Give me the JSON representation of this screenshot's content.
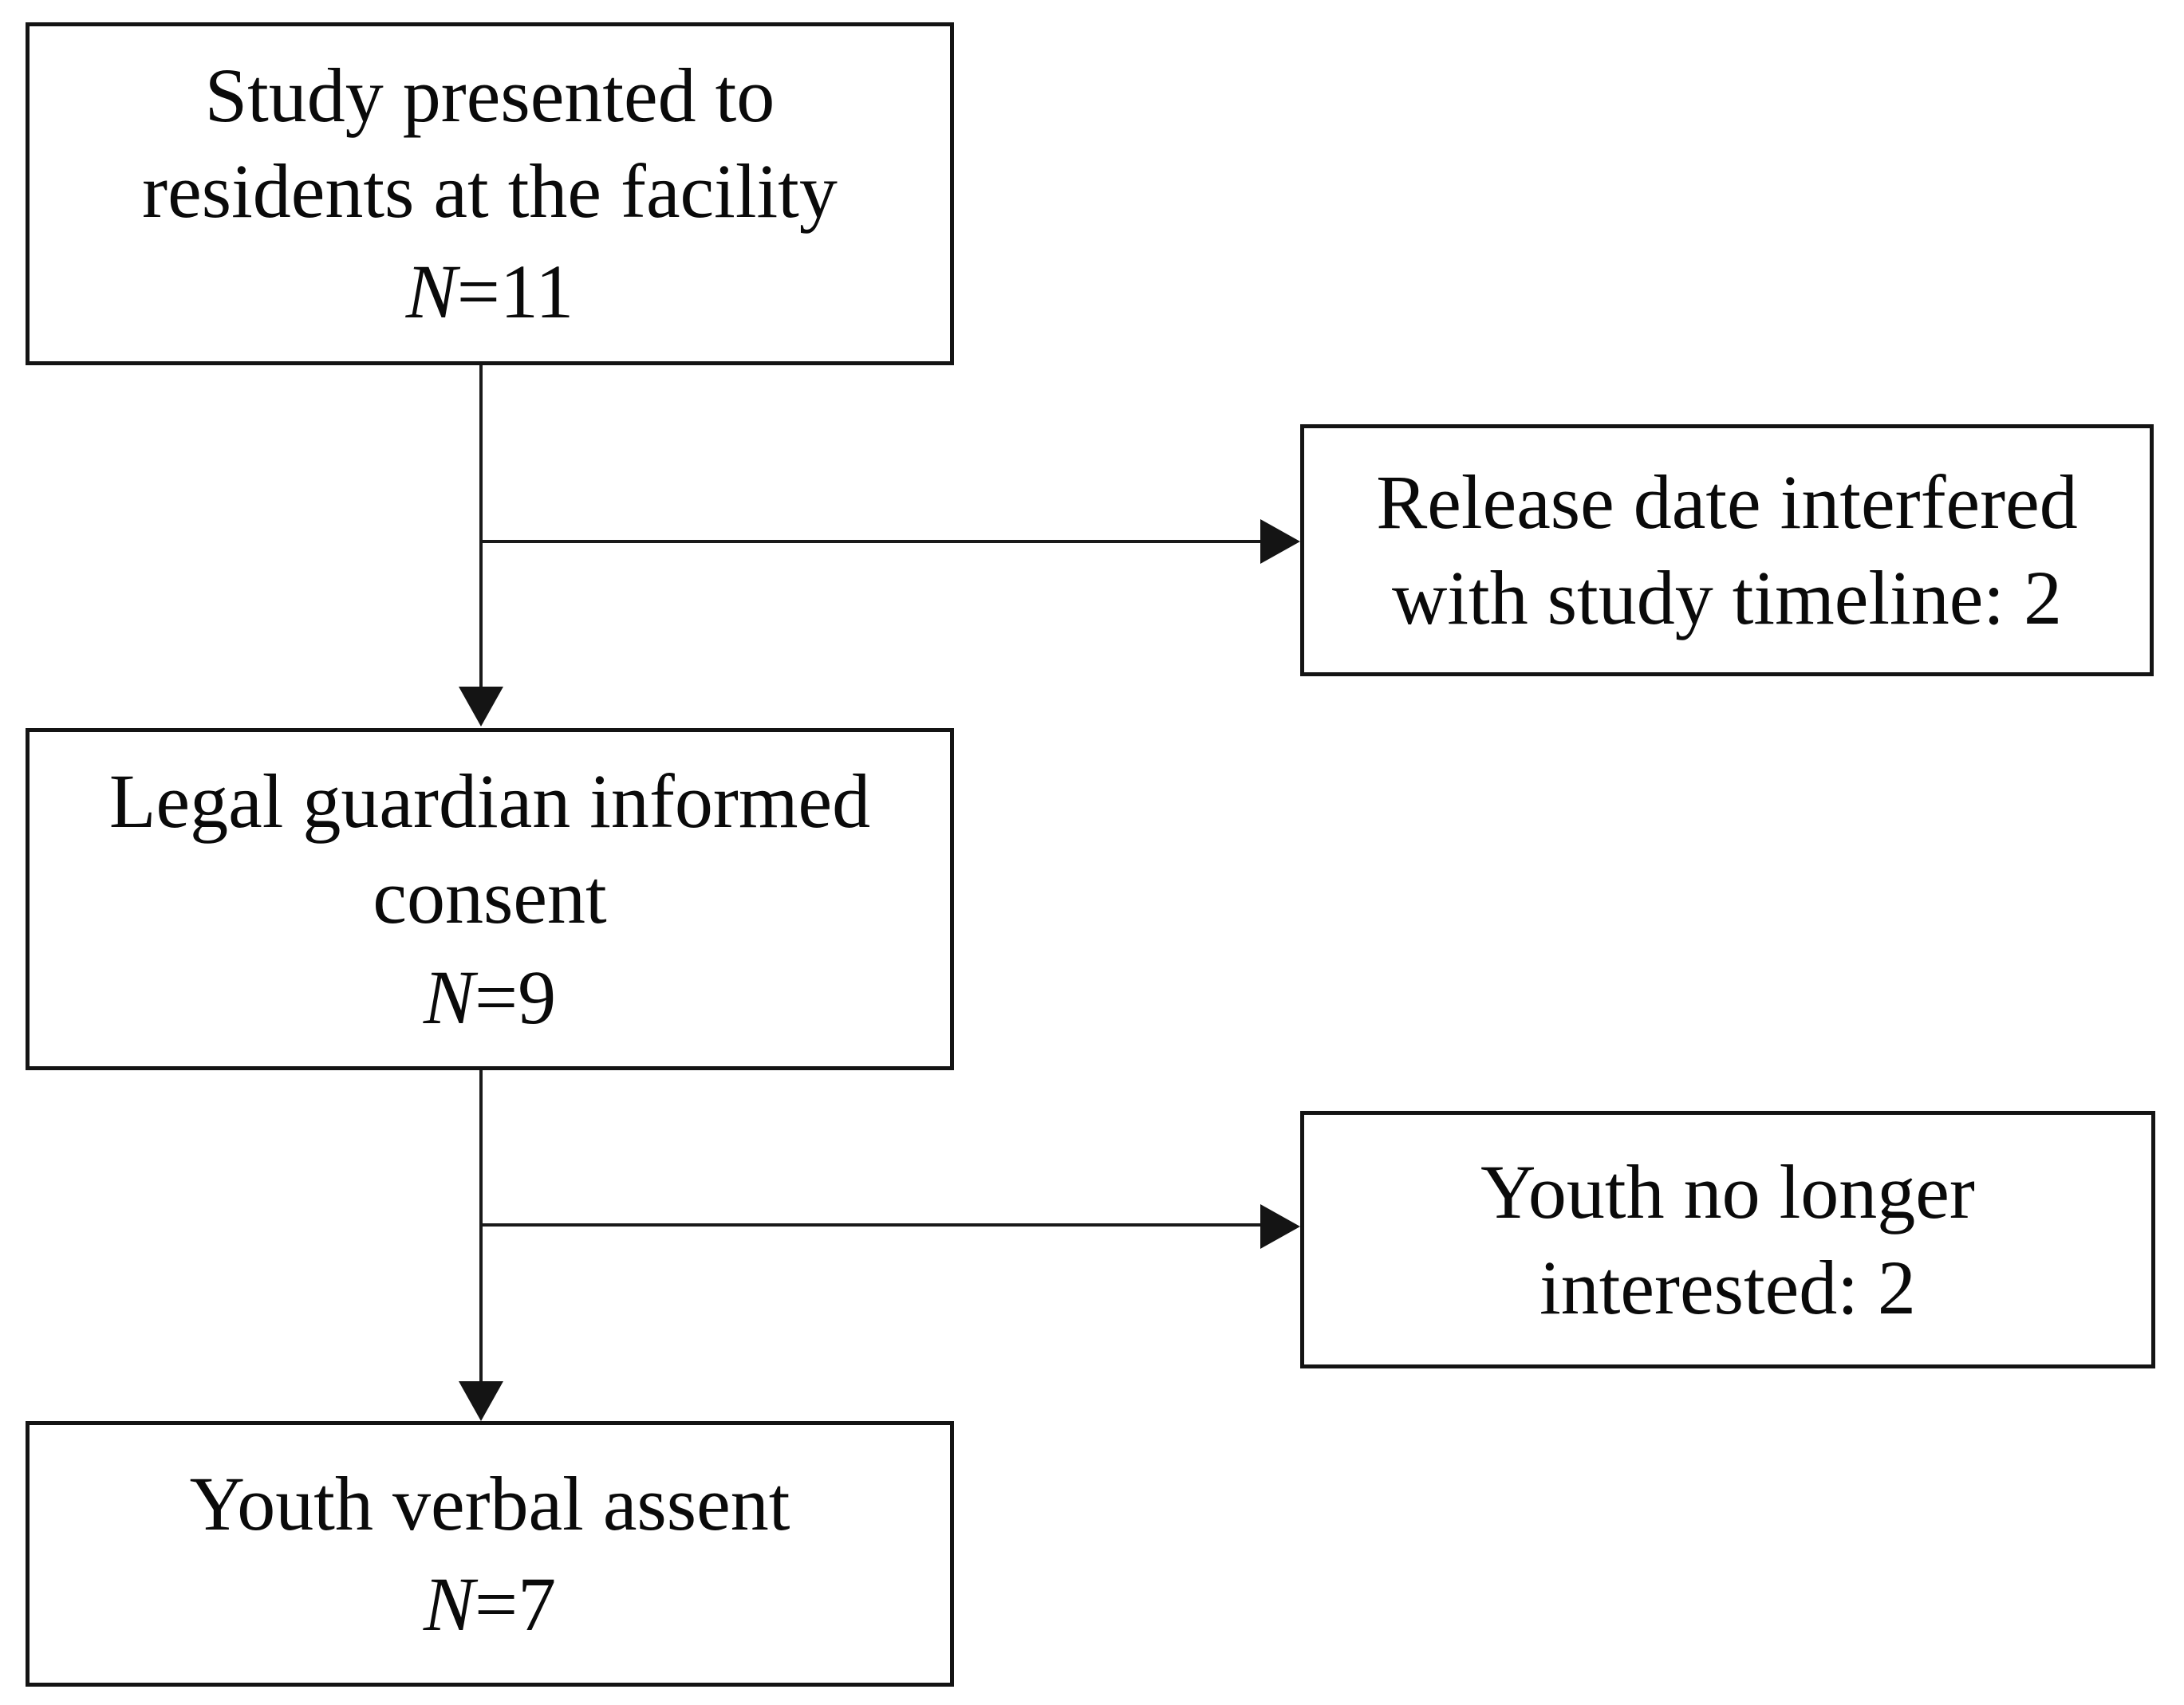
{
  "figure": {
    "background": "#ffffff",
    "box_border_color": "#141414",
    "connector_color": "#1a1a1a",
    "text_color": "#0a0a0a"
  },
  "boxes": {
    "study": {
      "line1": "Study presented to",
      "line2": "residents at the facility",
      "n_letter": "N",
      "n_rest": "=11"
    },
    "consent": {
      "line1": "Legal guardian informed",
      "line2": "consent",
      "n_letter": "N",
      "n_rest": "=9"
    },
    "assent": {
      "line1": "Youth verbal assent",
      "n_letter": "N",
      "n_rest": "=7"
    },
    "release": {
      "line1": "Release date interfered",
      "line2": "with study timeline: 2"
    },
    "interest": {
      "line1": "Youth no longer",
      "line2": "interested: 2"
    }
  }
}
